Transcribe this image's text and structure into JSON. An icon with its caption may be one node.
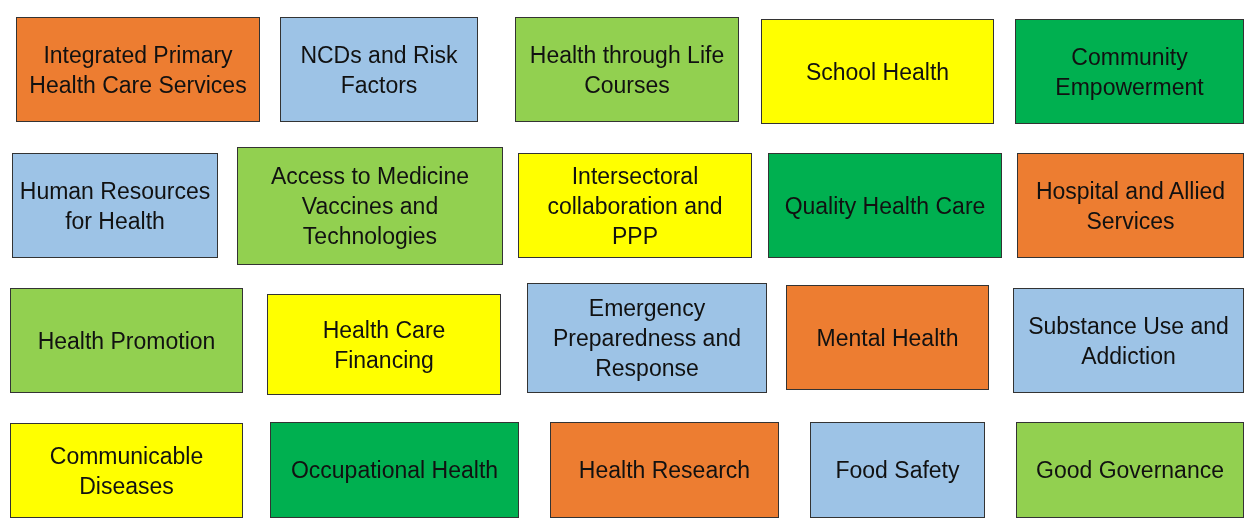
{
  "diagram": {
    "nodes": [
      {
        "text": [
          "Integrated Primary Health Care Services"
        ]
      },
      {
        "text": [
          "NCDs and Risk Factors"
        ]
      },
      {
        "text": [
          "Health through Life Courses"
        ]
      },
      {
        "text": [
          "School Health"
        ]
      },
      {
        "text": [
          "Community Empowerment"
        ]
      },
      {
        "text": [
          "Human Resources for Health"
        ]
      },
      {
        "text": [
          "Access to Medicine Vaccines and Technologies"
        ]
      },
      {
        "text": [
          "Intersectoral collaboration and PPP"
        ]
      },
      {
        "text": [
          "Quality Health Care"
        ]
      },
      {
        "text": [
          "Hospital and Allied Services"
        ]
      },
      {
        "text": [
          "Health Promotion"
        ]
      },
      {
        "text": [
          "Health Care Financing"
        ]
      },
      {
        "text": [
          "Emergency Preparedness and Response"
        ]
      },
      {
        "text": [
          "Mental Health"
        ]
      },
      {
        "text": [
          "Substance Use and Addiction"
        ]
      },
      {
        "text": [
          "Communicable Diseases"
        ]
      },
      {
        "text": [
          "Occupational Health"
        ]
      },
      {
        "text": [
          "Health Research"
        ]
      },
      {
        "text": [
          "Food Safety"
        ]
      },
      {
        "text": [
          "Good Governance"
        ]
      }
    ]
  }
}
